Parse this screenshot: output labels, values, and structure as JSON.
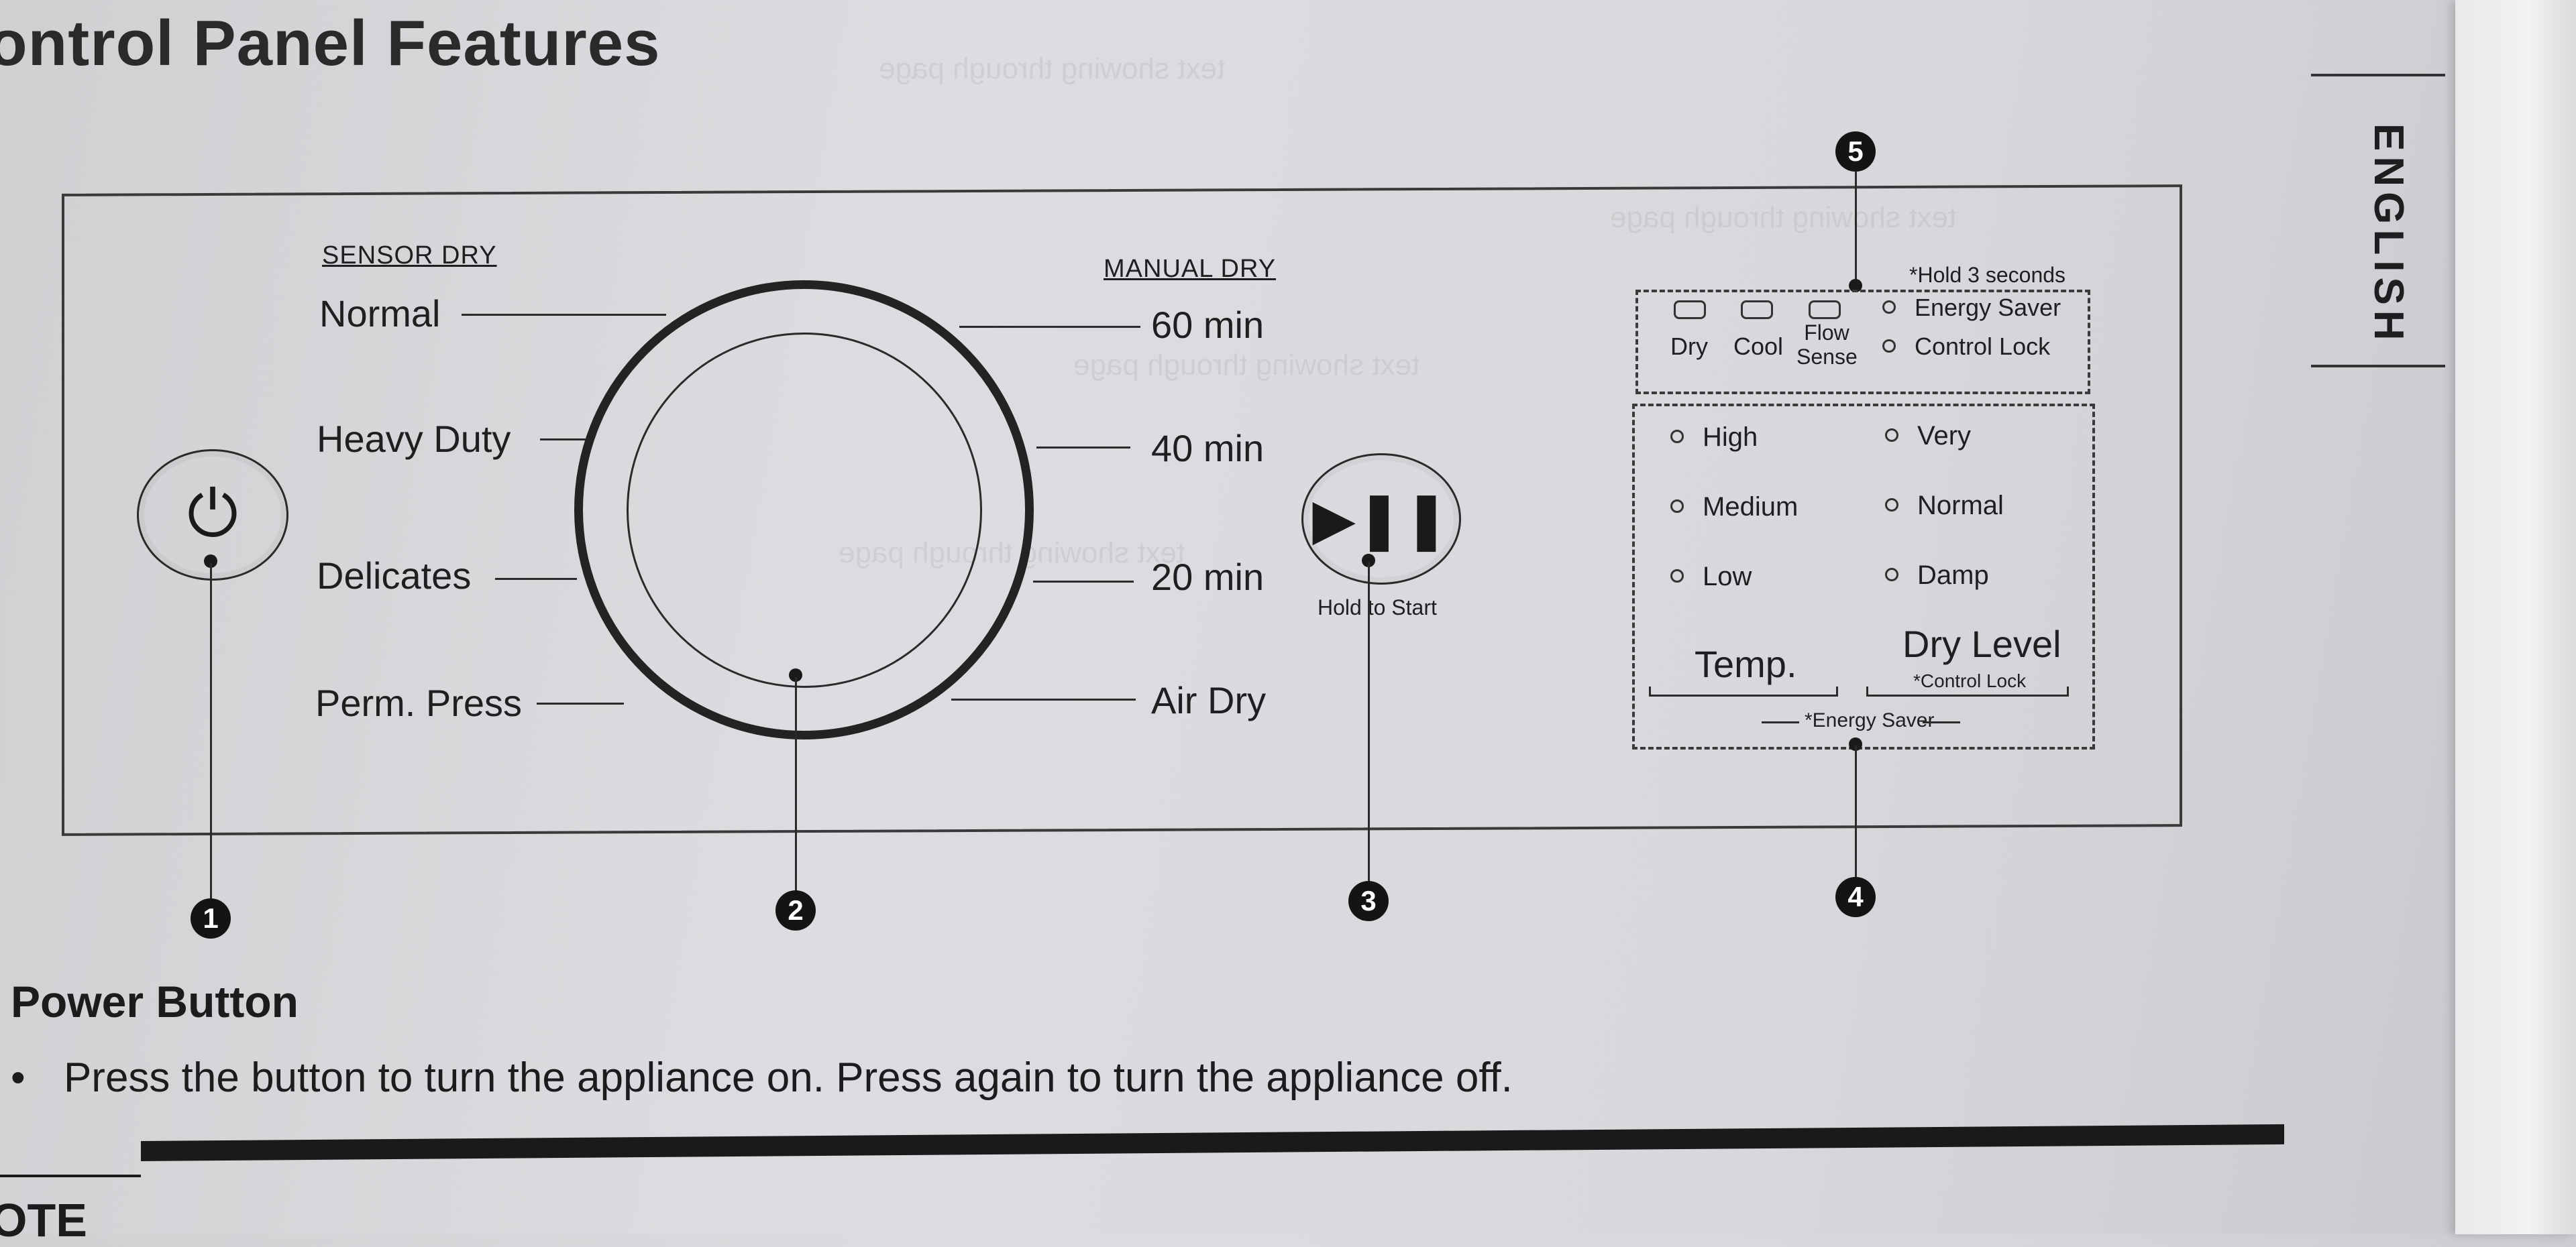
{
  "page": {
    "title": "ontrol Panel Features",
    "language_tab": "ENGLISH",
    "note_label": "OTE"
  },
  "markers": [
    "1",
    "2",
    "3",
    "4",
    "5"
  ],
  "panel": {
    "sensor_dry": {
      "heading": "SENSOR DRY",
      "cycles": [
        "Normal",
        "Heavy Duty",
        "Delicates",
        "Perm. Press"
      ]
    },
    "manual_dry": {
      "heading": "MANUAL DRY",
      "cycles": [
        "60 min",
        "40 min",
        "20 min",
        "Air Dry"
      ]
    },
    "power_button": {
      "icon": "power-icon"
    },
    "start_button": {
      "icon": "play-pause-icon",
      "caption": "Hold to Start"
    },
    "options": {
      "hold_note": "*Hold 3 seconds",
      "indicators": [
        "Dry",
        "Cool",
        "Flow Sense"
      ],
      "hold_items": [
        "Energy Saver",
        "Control Lock"
      ]
    },
    "settings": {
      "temp": {
        "title": "Temp.",
        "levels": [
          "High",
          "Medium",
          "Low"
        ]
      },
      "dry_level": {
        "title": "Dry Level",
        "sub": "*Control Lock",
        "levels": [
          "Very",
          "Normal",
          "Damp"
        ]
      },
      "combo_note": "*Energy Saver"
    }
  },
  "section": {
    "title": "Power Button",
    "bullet": "•",
    "text": "Press the button to turn the appliance on. Press again to turn the appliance off."
  }
}
